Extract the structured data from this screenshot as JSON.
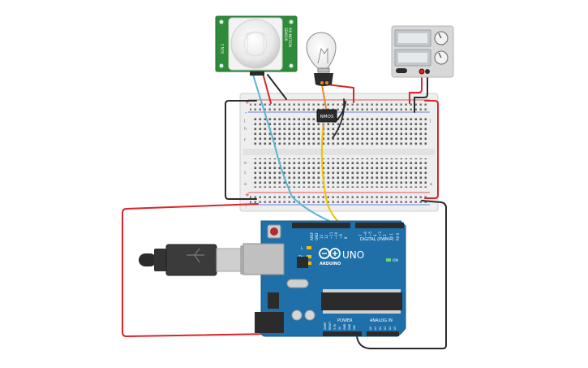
{
  "pir_sensor": {
    "side_label_a": "PIR MOTION",
    "side_label_b": "SENSOR",
    "side_label_c": "SCN 2"
  },
  "mosfet": {
    "label": "NMOS"
  },
  "breadboard": {
    "row_letters_top": [
      "j",
      "i",
      "h",
      "g",
      "f"
    ],
    "row_letters_bottom": [
      "e",
      "d",
      "c",
      "b",
      "a"
    ],
    "rail_plus": "+",
    "rail_minus": "-"
  },
  "arduino": {
    "brand": "ARDUINO",
    "model": "UNO",
    "digital_label": "DIGITAL (PWM~)",
    "power_label": "POWER",
    "analog_label": "ANALOG IN",
    "tx_label": "TX",
    "rx_label": "RX",
    "l_label": "L",
    "on_label": "ON",
    "aref_label": "AREF",
    "gnd_label": "GND",
    "power_pins": [
      "IOREF",
      "RESET",
      "3.3V",
      "5V",
      "GND",
      "GND",
      "VIN"
    ],
    "analog_pins": [
      "A0",
      "A1",
      "A2",
      "A3",
      "A4",
      "A5"
    ],
    "digital_pins": [
      "13",
      "12",
      "~11",
      "~10",
      "~9",
      "8",
      "7",
      "~6",
      "~5",
      "4",
      "~3",
      "2",
      "TX 1",
      "RX 0"
    ]
  },
  "colors": {
    "wire_red": "#d9252b",
    "wire_black": "#2b2b2b",
    "wire_cyan": "#5ab4d6",
    "wire_yellow": "#f2c200",
    "wire_orange": "#e88a1f",
    "board_blue": "#1f6fa8",
    "pir_green": "#2e8b3a"
  }
}
